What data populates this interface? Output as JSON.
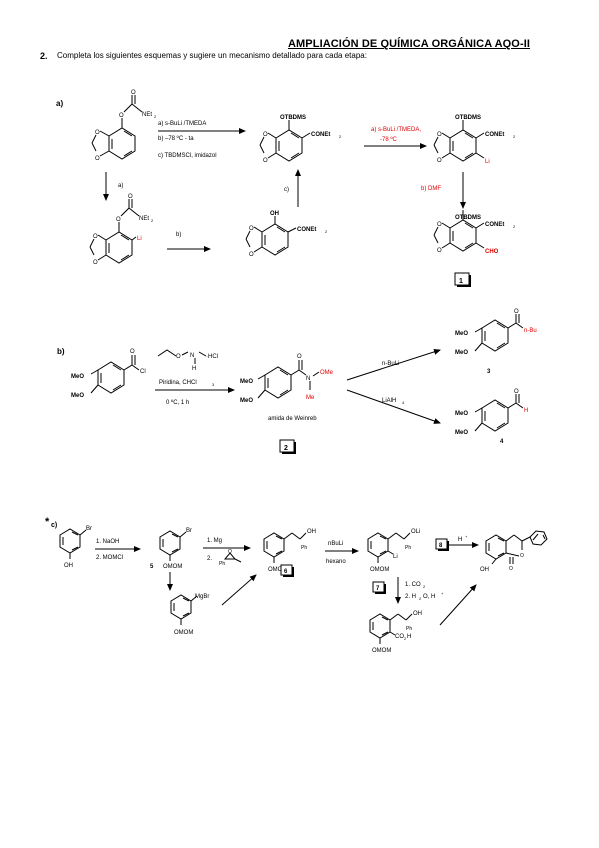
{
  "header": {
    "title": "AMPLIACIÓN DE QUÍMICA ORGÁNICA AQO-II"
  },
  "question": {
    "number": "2.",
    "text": "Completa los siguientes esquemas y sugiere un mecanismo detallado para cada etapa:"
  },
  "a": {
    "label": "a)",
    "cond1": "a) s-BuLi /TMEDA",
    "cond2": "b) –78 ºC - ta",
    "cond3": "c) TBDMSCl, imidazol",
    "cond_red1": "a) s-BuLi /TMEDA,",
    "cond_red2": "-78 ºC",
    "cond_dmf": "b) DMF",
    "arrow_a": "a)",
    "arrow_b": "b)",
    "arrow_c": "c)",
    "otbdms": "OTBDMS",
    "conet2": "CONEt",
    "sub2": "2",
    "net2": "NEt",
    "li": "Li",
    "oh": "OH",
    "cho": "CHO",
    "o": "O",
    "box1": "1"
  },
  "b": {
    "label": "b)",
    "reagent_hcl": "·HCl",
    "n": "N",
    "h": "H",
    "piridina": "Piridina, CHCl",
    "sub3": "3",
    "temp": "0 ºC, 1 h",
    "meo": "MeO",
    "cl": "Cl",
    "ome": "OMe",
    "me": "Me",
    "weinreb": "amida de Weinreb",
    "box2": "2",
    "nbuli": "n-BuLi",
    "lialh4": "LiAlH",
    "sub4": "4",
    "nbu": "n-Bu",
    "h_red": "H",
    "num3": "3",
    "num4": "4"
  },
  "c": {
    "label": "*c)",
    "br": "Br",
    "oh": "OH",
    "naoh": "1. NaOH",
    "momcl": "2. MOMCl",
    "num5": "5",
    "omom": "OMOM",
    "mg": "1.  Mg",
    "two": "2.",
    "ph": "Ph",
    "mgbr": "MgBr",
    "box6": "6",
    "nbuli": "nBuLi",
    "hexano": "hexano",
    "oli": "OLi",
    "li": "Li",
    "box8": "8",
    "hplus": "H",
    "box7": "7",
    "co2": "1. CO",
    "h2o": "2. H",
    "h2o_rest": "O, H",
    "co2h": "CO",
    "co2h_h": "H",
    "o": "O"
  }
}
